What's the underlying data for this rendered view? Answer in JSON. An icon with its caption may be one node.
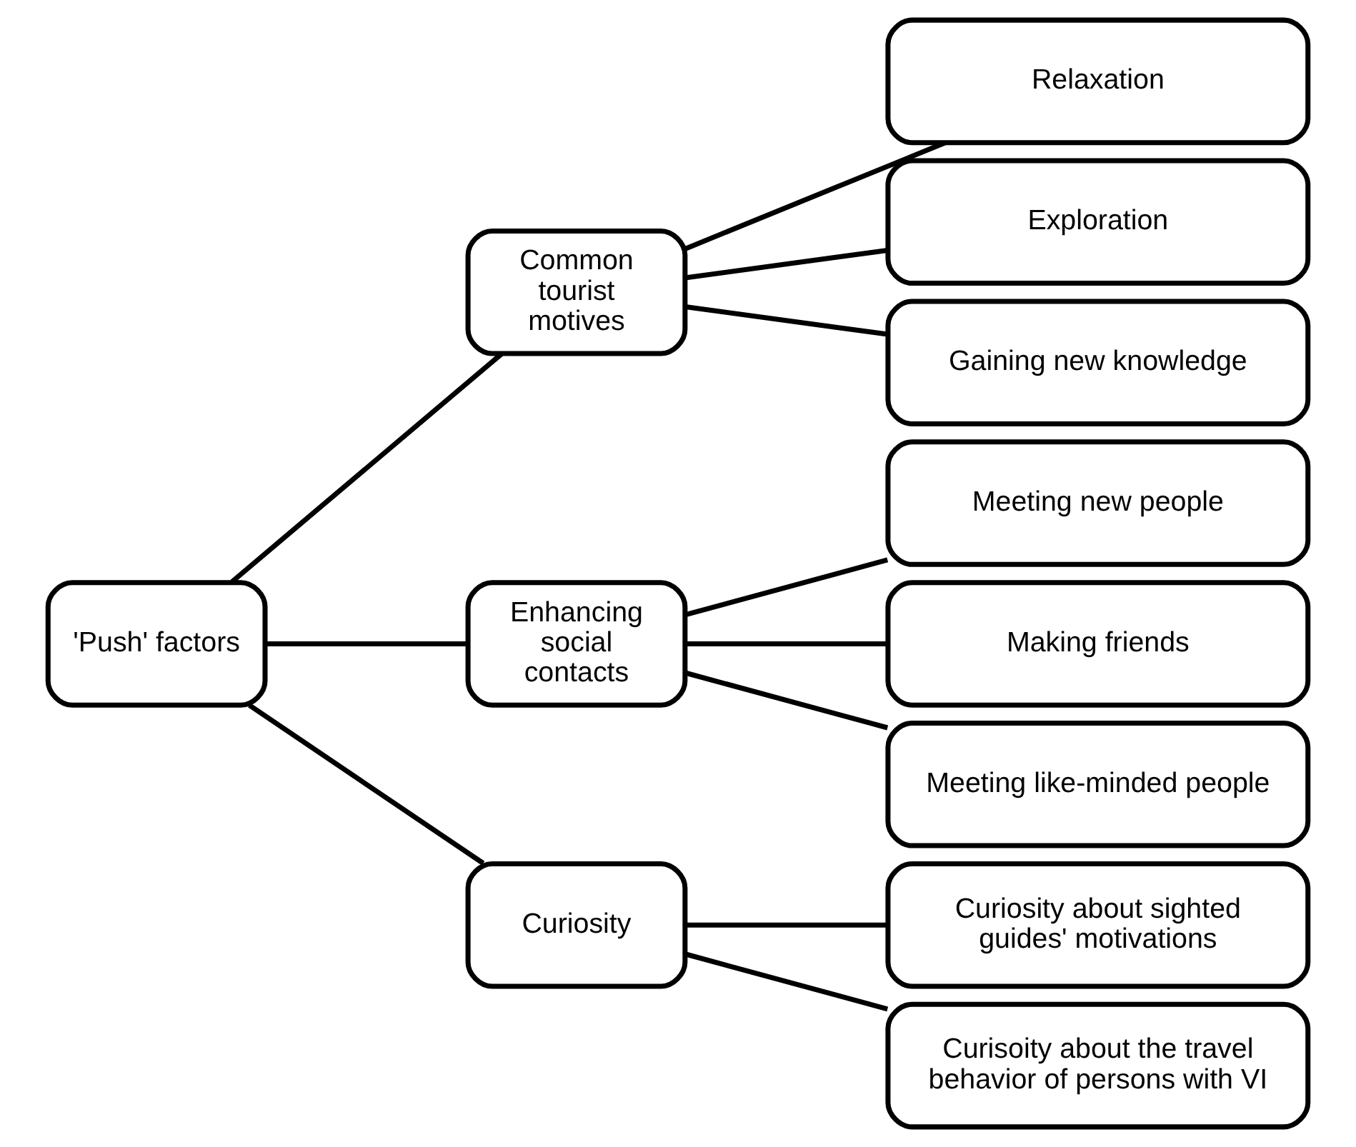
{
  "diagram": {
    "nodes": [
      {
        "text": [
          "'Push' factors"
        ]
      },
      {
        "text": [
          "Common tourist motives"
        ]
      },
      {
        "text": [
          "Enhancing social contacts"
        ]
      },
      {
        "text": [
          "Curiosity"
        ]
      },
      {
        "text": [
          "Relaxation"
        ]
      },
      {
        "text": [
          "Exploration"
        ]
      },
      {
        "text": [
          "Gaining new knowledge"
        ]
      },
      {
        "text": [
          "Meeting new people"
        ]
      },
      {
        "text": [
          "Making friends"
        ]
      },
      {
        "text": [
          "Meeting like-minded people"
        ]
      },
      {
        "text": [
          "Curiosity about sighted guides' motivations"
        ]
      },
      {
        "text": [
          "Curisoity about the travel behavior of persons with VI"
        ]
      }
    ],
    "edges": [
      {
        "from": 0,
        "to": 1,
        "arrow": "none"
      },
      {
        "from": 0,
        "to": 2,
        "arrow": "none"
      },
      {
        "from": 0,
        "to": 3,
        "arrow": "none"
      },
      {
        "from": 1,
        "to": 4,
        "arrow": "none"
      },
      {
        "from": 1,
        "to": 5,
        "arrow": "none"
      },
      {
        "from": 1,
        "to": 6,
        "arrow": "none"
      },
      {
        "from": 2,
        "to": 7,
        "arrow": "none"
      },
      {
        "from": 2,
        "to": 8,
        "arrow": "none"
      },
      {
        "from": 2,
        "to": 9,
        "arrow": "none"
      },
      {
        "from": 3,
        "to": 10,
        "arrow": "none"
      },
      {
        "from": 3,
        "to": 11,
        "arrow": "none"
      }
    ]
  }
}
